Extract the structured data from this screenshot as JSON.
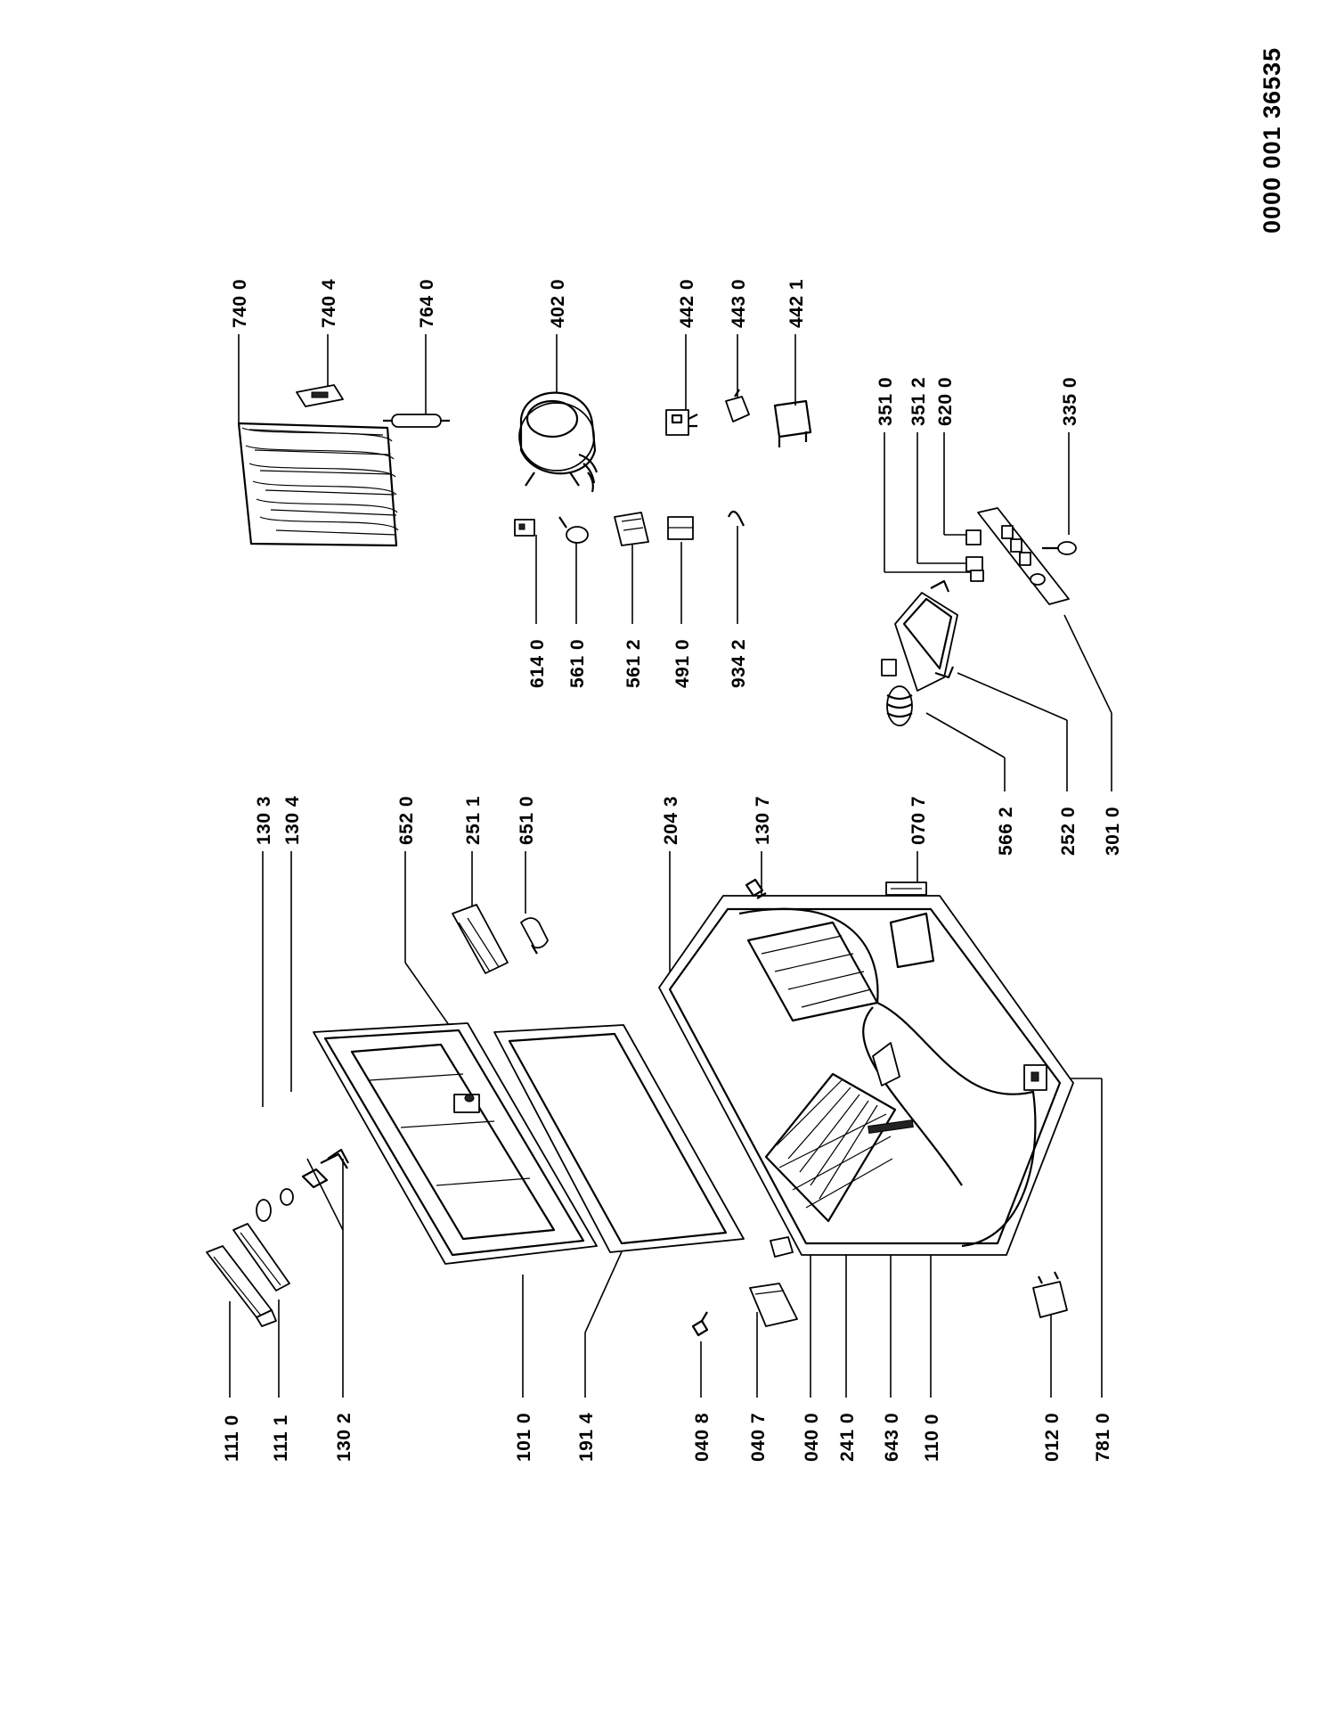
{
  "document_id": "0000 001 36535",
  "labels": [
    {
      "id": "111-0",
      "text": "111 0"
    },
    {
      "id": "111-1",
      "text": "111 1"
    },
    {
      "id": "130-2",
      "text": "130 2"
    },
    {
      "id": "101-0",
      "text": "101 0"
    },
    {
      "id": "191-4",
      "text": "191 4"
    },
    {
      "id": "040-8",
      "text": "040 8"
    },
    {
      "id": "040-7",
      "text": "040 7"
    },
    {
      "id": "040-0",
      "text": "040 0"
    },
    {
      "id": "241-0",
      "text": "241 0"
    },
    {
      "id": "643-0",
      "text": "643 0"
    },
    {
      "id": "110-0",
      "text": "110 0"
    },
    {
      "id": "012-0",
      "text": "012 0"
    },
    {
      "id": "781-0",
      "text": "781 0"
    },
    {
      "id": "130-3",
      "text": "130 3"
    },
    {
      "id": "130-4",
      "text": "130 4"
    },
    {
      "id": "652-0",
      "text": "652 0"
    },
    {
      "id": "251-1",
      "text": "251 1"
    },
    {
      "id": "651-0",
      "text": "651 0"
    },
    {
      "id": "204-3",
      "text": "204 3"
    },
    {
      "id": "130-7",
      "text": "130 7"
    },
    {
      "id": "070-7",
      "text": "070 7"
    },
    {
      "id": "566-2",
      "text": "566 2"
    },
    {
      "id": "252-0",
      "text": "252 0"
    },
    {
      "id": "301-0",
      "text": "301 0"
    },
    {
      "id": "614-0",
      "text": "614 0"
    },
    {
      "id": "561-0",
      "text": "561 0"
    },
    {
      "id": "561-2",
      "text": "561 2"
    },
    {
      "id": "491-0",
      "text": "491 0"
    },
    {
      "id": "934-2",
      "text": "934 2"
    },
    {
      "id": "740-0",
      "text": "740 0"
    },
    {
      "id": "740-4",
      "text": "740 4"
    },
    {
      "id": "764-0",
      "text": "764 0"
    },
    {
      "id": "402-0",
      "text": "402 0"
    },
    {
      "id": "442-0",
      "text": "442 0"
    },
    {
      "id": "443-0",
      "text": "443 0"
    },
    {
      "id": "442-1",
      "text": "442 1"
    },
    {
      "id": "351-0",
      "text": "351 0"
    },
    {
      "id": "351-2",
      "text": "351 2"
    },
    {
      "id": "620-0",
      "text": "620 0"
    },
    {
      "id": "335-0",
      "text": "335 0"
    }
  ]
}
